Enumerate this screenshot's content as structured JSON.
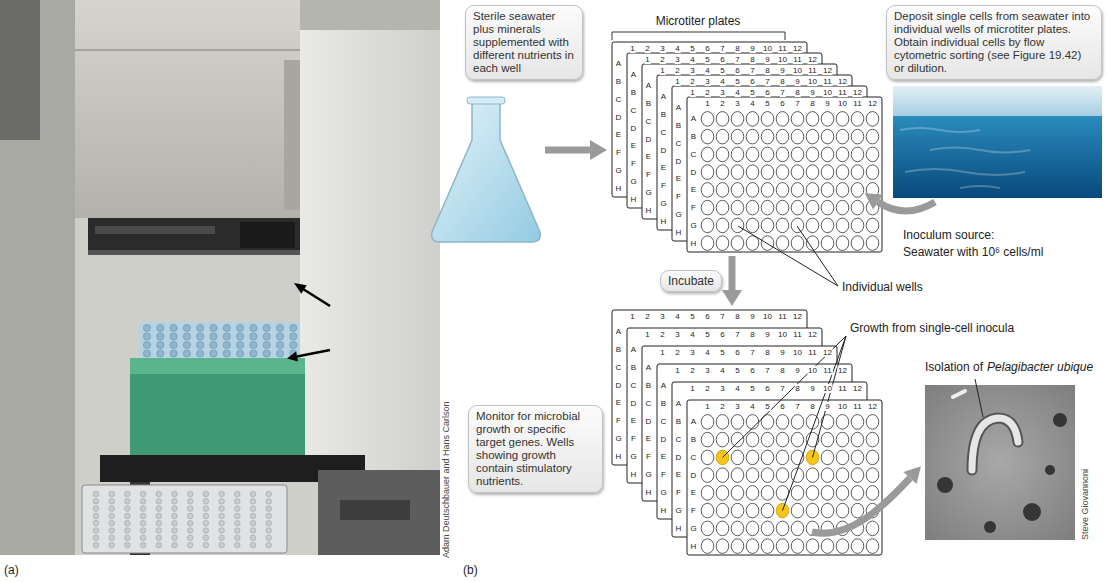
{
  "diagram": {
    "nodes": [
      {
        "text": [
          "Sterile seawater plus minerals supplemented with different nutrients in each well"
        ]
      },
      {
        "text": [
          "Deposit single cells from seawater into individual wells of microtiter plates. Obtain individual cells by flow cytometric sorting (see Figure 19.42) or dilution."
        ]
      },
      {
        "text": [
          "Incubate"
        ]
      },
      {
        "text": [
          "Monitor for microbial growth or specific target genes. Wells showing growth contain stimulatory nutrients."
        ]
      }
    ],
    "labels": [
      "Adam Deutschbauer and Hans Carlson",
      "(a)",
      "(b)",
      "Microtiter plates",
      "Inoculum source:",
      "Seawater with 10⁶ cells/ml",
      "Individual wells",
      "Growth from single-cell inocula",
      "Isolation of",
      "Pelagibacter ubique",
      "Steve Giovannoni",
      "1",
      "2",
      "3",
      "4",
      "5",
      "6",
      "7",
      "8",
      "9",
      "10",
      "11",
      "12",
      "A",
      "B",
      "C",
      "D",
      "E",
      "F",
      "G",
      "H",
      "1",
      "2",
      "3",
      "4",
      "5",
      "6",
      "7",
      "8",
      "9",
      "10",
      "11",
      "12",
      "A",
      "B",
      "C",
      "D",
      "E",
      "F",
      "G",
      "H",
      "1",
      "2",
      "3",
      "4",
      "5",
      "6",
      "7",
      "8",
      "9",
      "10",
      "11",
      "12",
      "A",
      "B",
      "C",
      "D",
      "E",
      "F",
      "G",
      "H",
      "1",
      "2",
      "3",
      "4",
      "5",
      "6",
      "7",
      "8",
      "9",
      "10",
      "11",
      "12",
      "A",
      "B",
      "C",
      "D",
      "E",
      "F",
      "G",
      "H",
      "1",
      "2",
      "3",
      "4",
      "5",
      "6",
      "7",
      "8",
      "9",
      "10",
      "11",
      "12",
      "A",
      "B",
      "C",
      "D",
      "E",
      "F",
      "G",
      "H",
      "1",
      "2",
      "3",
      "4",
      "5",
      "6",
      "7",
      "8",
      "9",
      "10",
      "11",
      "12",
      "A",
      "B",
      "C",
      "D",
      "E",
      "F",
      "G",
      "H",
      "1",
      "2",
      "3",
      "4",
      "5",
      "6",
      "7",
      "8",
      "9",
      "10",
      "11",
      "12",
      "A",
      "B",
      "C",
      "D",
      "E",
      "F",
      "G",
      "H",
      "1",
      "2",
      "3",
      "4",
      "5",
      "6",
      "7",
      "8",
      "9",
      "10",
      "11",
      "12",
      "A",
      "B",
      "C",
      "D",
      "E",
      "F",
      "G",
      "H",
      "1",
      "2",
      "3",
      "4",
      "5",
      "6",
      "7",
      "8",
      "9",
      "10",
      "11",
      "12",
      "A",
      "B",
      "C",
      "D",
      "E",
      "F",
      "G",
      "H",
      "1",
      "2",
      "3",
      "4",
      "5",
      "6",
      "7",
      "8",
      "9",
      "10",
      "11",
      "12",
      "A",
      "B",
      "C",
      "D",
      "E",
      "F",
      "G",
      "H",
      "1",
      "2",
      "3",
      "4",
      "5",
      "6",
      "7",
      "8",
      "9",
      "10",
      "11",
      "12",
      "A",
      "B",
      "C",
      "D",
      "E",
      "F",
      "G",
      "H",
      "1",
      "2",
      "3",
      "4",
      "5",
      "6",
      "7",
      "8",
      "9",
      "10",
      "11",
      "12",
      "A",
      "B",
      "C",
      "D",
      "E",
      "F",
      "G",
      "H"
    ]
  }
}
